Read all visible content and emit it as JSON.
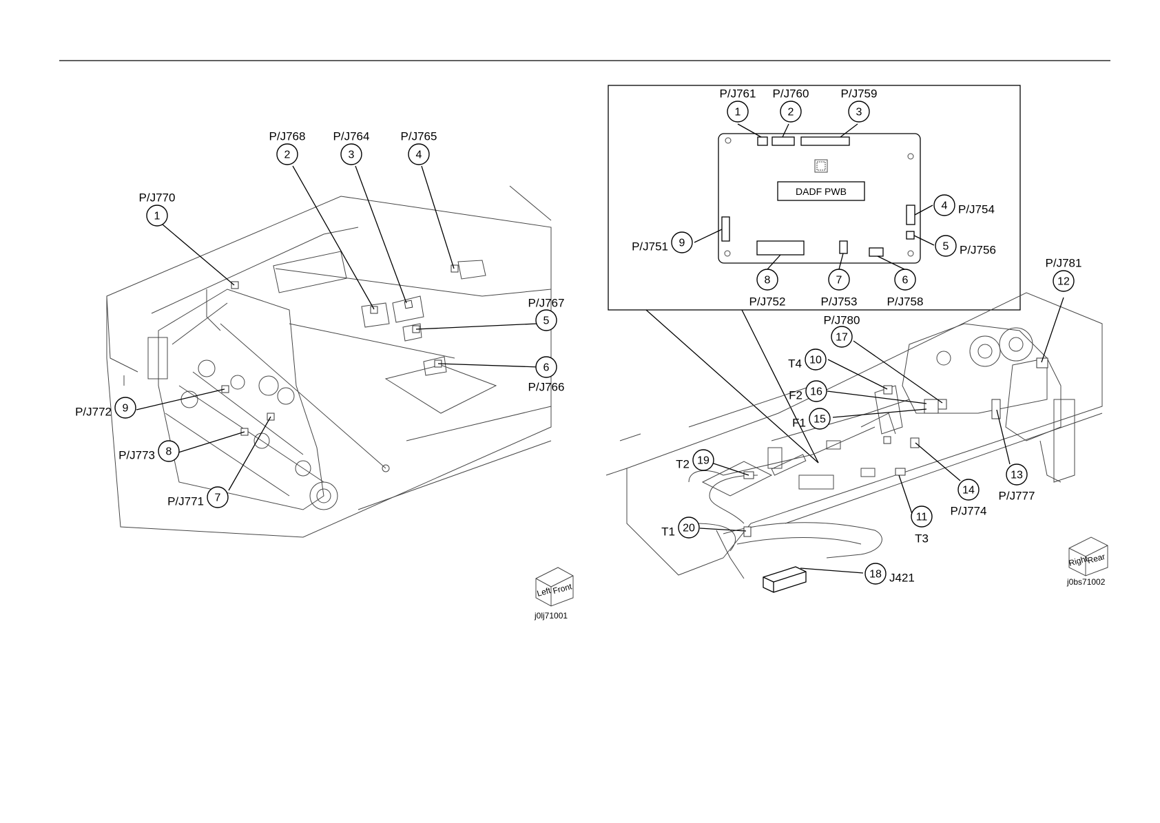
{
  "left_figure": {
    "code": "j0lj71001",
    "orientation": [
      "Left",
      "Front"
    ],
    "callouts": [
      {
        "n": "1",
        "label": "P/J770"
      },
      {
        "n": "2",
        "label": "P/J768"
      },
      {
        "n": "3",
        "label": "P/J764"
      },
      {
        "n": "4",
        "label": "P/J765"
      },
      {
        "n": "5",
        "label": "P/J767"
      },
      {
        "n": "6",
        "label": "P/J766"
      },
      {
        "n": "7",
        "label": "P/J771"
      },
      {
        "n": "8",
        "label": "P/J773"
      },
      {
        "n": "9",
        "label": "P/J772"
      }
    ]
  },
  "right_figure": {
    "code": "j0bs71002",
    "orientation": [
      "Right",
      "Rear"
    ],
    "board_label": "DADF PWB",
    "callouts": [
      {
        "n": "1",
        "label": "P/J761"
      },
      {
        "n": "2",
        "label": "P/J760"
      },
      {
        "n": "3",
        "label": "P/J759"
      },
      {
        "n": "4",
        "label": "P/J754"
      },
      {
        "n": "5",
        "label": "P/J756"
      },
      {
        "n": "6",
        "label": "P/J758"
      },
      {
        "n": "7",
        "label": "P/J753"
      },
      {
        "n": "8",
        "label": "P/J752"
      },
      {
        "n": "9",
        "label": "P/J751"
      },
      {
        "n": "10",
        "label": "T4"
      },
      {
        "n": "11",
        "label": "T3"
      },
      {
        "n": "12",
        "label": "P/J781"
      },
      {
        "n": "13",
        "label": "P/J777"
      },
      {
        "n": "14",
        "label": "P/J774"
      },
      {
        "n": "15",
        "label": "F1"
      },
      {
        "n": "16",
        "label": "F2"
      },
      {
        "n": "17",
        "label": "P/J780"
      },
      {
        "n": "18",
        "label": "J421"
      },
      {
        "n": "19",
        "label": "T2"
      },
      {
        "n": "20",
        "label": "T1"
      }
    ]
  }
}
